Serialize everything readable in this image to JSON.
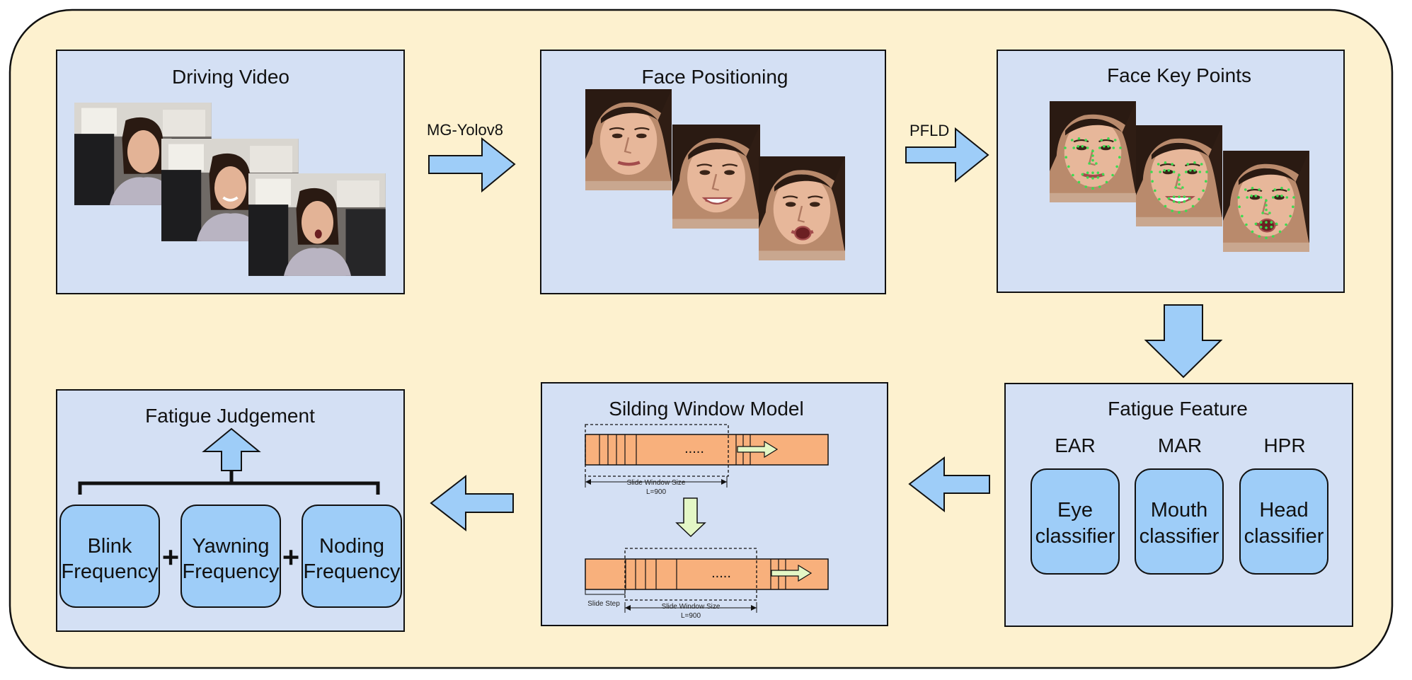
{
  "panels": {
    "driving_video": {
      "title": "Driving Video"
    },
    "face_positioning": {
      "title": "Face Positioning"
    },
    "face_key_points": {
      "title": "Face Key Points"
    },
    "fatigue_feature": {
      "title": "Fatigue Feature",
      "features": [
        {
          "label": "EAR",
          "classifier": [
            "Eye",
            "classifier"
          ]
        },
        {
          "label": "MAR",
          "classifier": [
            "Mouth",
            "classifier"
          ]
        },
        {
          "label": "HPR",
          "classifier": [
            "Head",
            "classifier"
          ]
        }
      ]
    },
    "sliding_window": {
      "title": "Silding Window Model",
      "dots": ".....",
      "window_size_label": "Slide Window Size",
      "window_length": "L=900",
      "slide_step_label": "Slide Step"
    },
    "fatigue_judgement": {
      "title": "Fatigue Judgement",
      "items": [
        [
          "Blink",
          "Frequency"
        ],
        [
          "Yawning",
          "Frequency"
        ],
        [
          "Noding",
          "Frequency"
        ]
      ],
      "plus": "+"
    }
  },
  "edges": {
    "detector": "MG-Yolov8",
    "landmark": "PFLD"
  },
  "colors": {
    "background": "#fdf1cf",
    "panel": "#d4e0f4",
    "arrow": "#9ecdf8",
    "classifier_box": "#9ecdf8",
    "window_bar": "#f8b07c",
    "light_arrow": "#e4f7c6",
    "stroke": "#111111",
    "landmark": "#3cdc50"
  }
}
